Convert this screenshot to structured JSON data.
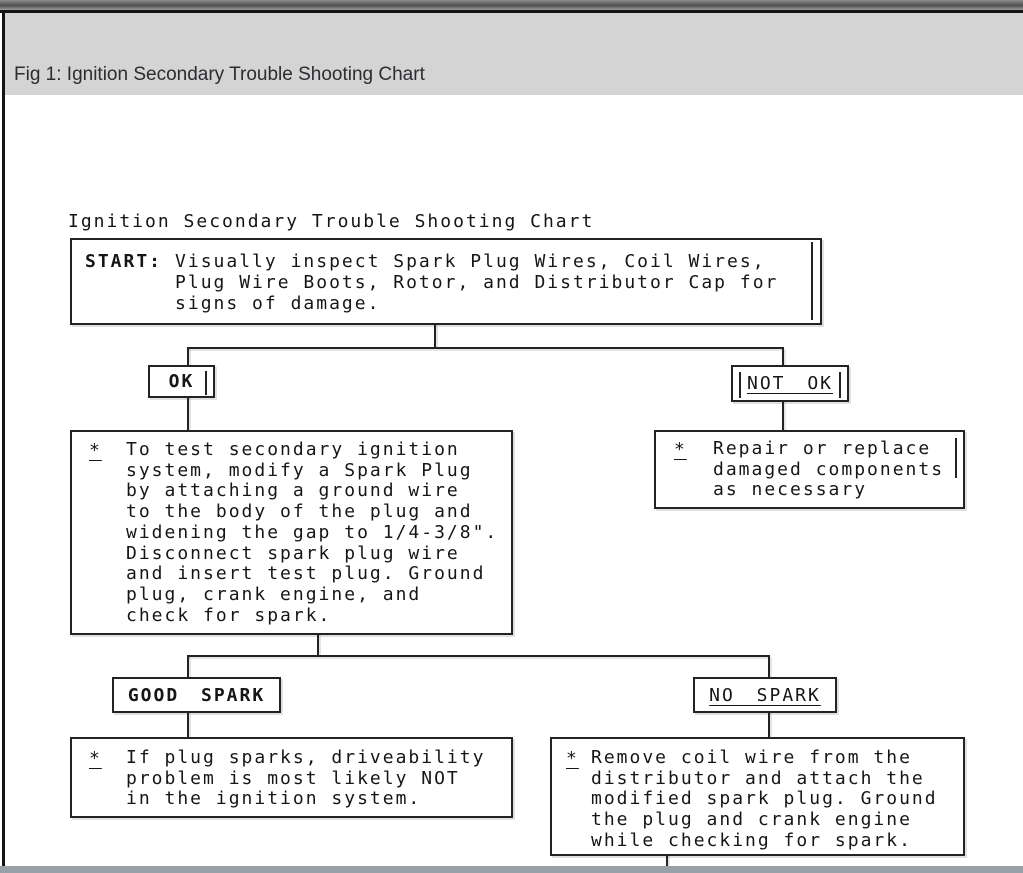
{
  "window": {
    "caption": "Fig 1: Ignition Secondary Trouble Shooting Chart"
  },
  "colors": {
    "caption_bar_bg": "#d4d4d4",
    "caption_text": "#2c2c31",
    "frame_border": "#141414",
    "chart_line": "#232323",
    "content_bg": "#ffffff",
    "bottom_edge_strip": "#98a0a8",
    "top_edge_strip": "#5f5f5f"
  },
  "chart": {
    "title": "Ignition Secondary Trouble Shooting Chart",
    "start": {
      "label": "START:",
      "lines": [
        "Visually inspect Spark Plug Wires, Coil Wires,",
        "Plug Wire Boots, Rotor, and Distributor Cap for",
        "signs of damage."
      ]
    },
    "ok_branch": {
      "label": "OK",
      "note_marker": "*",
      "note_lines": [
        "To test secondary ignition",
        "system, modify a Spark Plug",
        "by attaching a ground wire",
        "to the body of the plug and",
        "widening the gap to 1/4-3/8\".",
        "Disconnect spark plug wire",
        "and insert test plug. Ground",
        "plug, crank engine, and",
        "check for spark."
      ]
    },
    "not_ok_branch": {
      "label": "NOT OK",
      "note_marker": "*",
      "note_lines": [
        "Repair or replace",
        "damaged components",
        "as necessary"
      ]
    },
    "good_spark_branch": {
      "label": "GOOD SPARK",
      "note_marker": "*",
      "note_lines": [
        "If plug sparks, driveability",
        "problem is most likely NOT",
        "in the ignition system."
      ]
    },
    "no_spark_branch": {
      "label": "NO SPARK",
      "note_marker": "*",
      "note_lines": [
        "Remove coil wire from the",
        "distributor and attach the",
        "modified spark plug. Ground",
        "the plug and crank engine",
        "while checking for spark."
      ]
    }
  }
}
